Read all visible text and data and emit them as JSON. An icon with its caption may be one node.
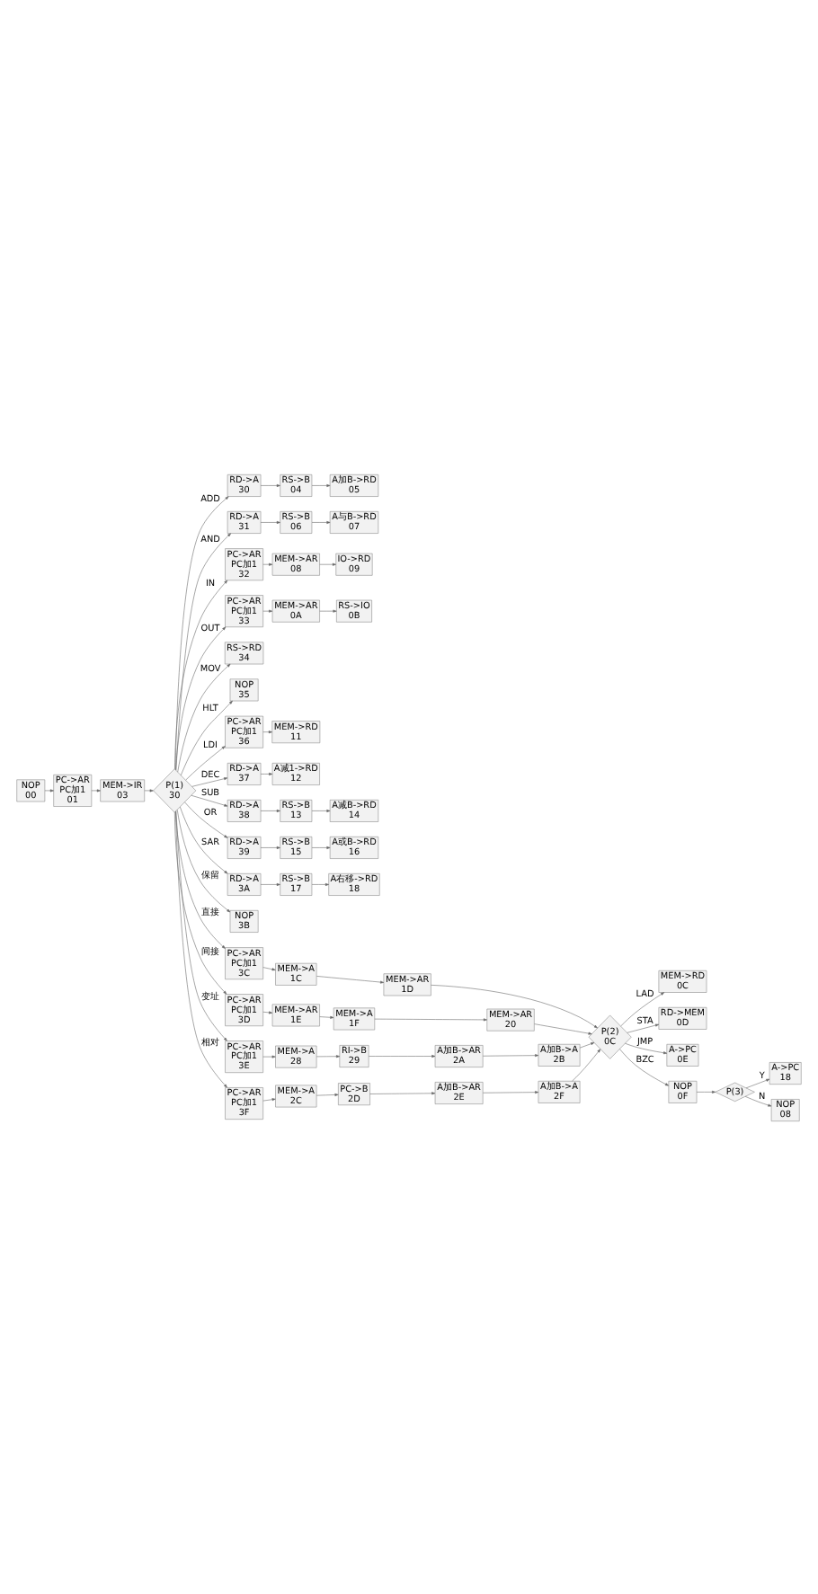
{
  "diagram": {
    "nodes": [
      {
        "text": [
          "NOP",
          "00"
        ]
      },
      {
        "text": [
          "PC->AR PC加1",
          "01"
        ]
      },
      {
        "text": [
          "MEM->IR",
          "03"
        ]
      },
      {
        "text": [
          "P(1)",
          "30"
        ]
      },
      {
        "text": [
          "RD->A",
          "30"
        ]
      },
      {
        "text": [
          "RS->B",
          "04"
        ]
      },
      {
        "text": [
          "A加B->RD",
          "05"
        ]
      },
      {
        "text": [
          "RD->A",
          "31"
        ]
      },
      {
        "text": [
          "RS->B",
          "06"
        ]
      },
      {
        "text": [
          "A与B->RD",
          "07"
        ]
      },
      {
        "text": [
          "PC->AR PC加1",
          "32"
        ]
      },
      {
        "text": [
          "MEM->AR",
          "08"
        ]
      },
      {
        "text": [
          "IO->RD",
          "09"
        ]
      },
      {
        "text": [
          "PC->AR PC加1",
          "33"
        ]
      },
      {
        "text": [
          "MEM->AR",
          "0A"
        ]
      },
      {
        "text": [
          "RS->IO",
          "0B"
        ]
      },
      {
        "text": [
          "RS->RD",
          "34"
        ]
      },
      {
        "text": [
          "NOP",
          "35"
        ]
      },
      {
        "text": [
          "PC->AR PC加1",
          "36"
        ]
      },
      {
        "text": [
          "MEM->RD",
          "11"
        ]
      },
      {
        "text": [
          "RD->A",
          "37"
        ]
      },
      {
        "text": [
          "A减1->RD",
          "12"
        ]
      },
      {
        "text": [
          "RD->A",
          "38"
        ]
      },
      {
        "text": [
          "RS->B",
          "13"
        ]
      },
      {
        "text": [
          "A减B->RD",
          "14"
        ]
      },
      {
        "text": [
          "RD->A",
          "39"
        ]
      },
      {
        "text": [
          "RS->B",
          "15"
        ]
      },
      {
        "text": [
          "A或B->RD",
          "16"
        ]
      },
      {
        "text": [
          "RD->A",
          "3A"
        ]
      },
      {
        "text": [
          "RS->B",
          "17"
        ]
      },
      {
        "text": [
          "A右移->RD",
          "18"
        ]
      },
      {
        "text": [
          "NOP",
          "3B"
        ]
      },
      {
        "text": [
          "PC->AR PC加1",
          "3C"
        ]
      },
      {
        "text": [
          "MEM->A",
          "1C"
        ]
      },
      {
        "text": [
          "MEM->AR",
          "1D"
        ]
      },
      {
        "text": [
          "PC->AR PC加1",
          "3D"
        ]
      },
      {
        "text": [
          "MEM->AR",
          "1E"
        ]
      },
      {
        "text": [
          "MEM->A",
          "1F"
        ]
      },
      {
        "text": [
          "MEM->AR",
          "20"
        ]
      },
      {
        "text": [
          "PC->AR PC加1",
          "3E"
        ]
      },
      {
        "text": [
          "MEM->A",
          "28"
        ]
      },
      {
        "text": [
          "RI->B",
          "29"
        ]
      },
      {
        "text": [
          "A加B->AR",
          "2A"
        ]
      },
      {
        "text": [
          "A加B->A",
          "2B"
        ]
      },
      {
        "text": [
          "PC->AR PC加1",
          "3F"
        ]
      },
      {
        "text": [
          "MEM->A",
          "2C"
        ]
      },
      {
        "text": [
          "PC->B",
          "2D"
        ]
      },
      {
        "text": [
          "A加B->AR",
          "2E"
        ]
      },
      {
        "text": [
          "A加B->A",
          "2F"
        ]
      },
      {
        "text": [
          "P(2)",
          "0C"
        ]
      },
      {
        "text": [
          "MEM->RD",
          "0C"
        ]
      },
      {
        "text": [
          "RD->MEM",
          "0D"
        ]
      },
      {
        "text": [
          "A->PC",
          "0E"
        ]
      },
      {
        "text": [
          "NOP",
          "0F"
        ]
      },
      {
        "text": [
          "P(3)"
        ]
      },
      {
        "text": [
          "A->PC",
          "18"
        ]
      },
      {
        "text": [
          "NOP",
          "08"
        ]
      }
    ],
    "edges": [
      {
        "from": 0,
        "to": 1,
        "arrow": "to"
      },
      {
        "from": 1,
        "to": 2,
        "arrow": "to"
      },
      {
        "from": 2,
        "to": 3,
        "arrow": "to"
      },
      {
        "from": 3,
        "to": 4,
        "arrow": "to",
        "label": "ADD"
      },
      {
        "from": 4,
        "to": 5,
        "arrow": "to"
      },
      {
        "from": 5,
        "to": 6,
        "arrow": "to"
      },
      {
        "from": 3,
        "to": 7,
        "arrow": "to",
        "label": "AND"
      },
      {
        "from": 7,
        "to": 8,
        "arrow": "to"
      },
      {
        "from": 8,
        "to": 9,
        "arrow": "to"
      },
      {
        "from": 3,
        "to": 10,
        "arrow": "to",
        "label": "IN"
      },
      {
        "from": 10,
        "to": 11,
        "arrow": "to"
      },
      {
        "from": 11,
        "to": 12,
        "arrow": "to"
      },
      {
        "from": 3,
        "to": 13,
        "arrow": "to",
        "label": "OUT"
      },
      {
        "from": 13,
        "to": 14,
        "arrow": "to"
      },
      {
        "from": 14,
        "to": 15,
        "arrow": "to"
      },
      {
        "from": 3,
        "to": 16,
        "arrow": "to",
        "label": "MOV"
      },
      {
        "from": 3,
        "to": 17,
        "arrow": "to",
        "label": "HLT"
      },
      {
        "from": 3,
        "to": 18,
        "arrow": "to",
        "label": "LDI"
      },
      {
        "from": 18,
        "to": 19,
        "arrow": "to"
      },
      {
        "from": 3,
        "to": 20,
        "arrow": "to",
        "label": "DEC"
      },
      {
        "from": 20,
        "to": 21,
        "arrow": "to"
      },
      {
        "from": 3,
        "to": 22,
        "arrow": "to",
        "label": "SUB"
      },
      {
        "from": 22,
        "to": 23,
        "arrow": "to"
      },
      {
        "from": 23,
        "to": 24,
        "arrow": "to"
      },
      {
        "from": 3,
        "to": 25,
        "arrow": "to",
        "label": "OR"
      },
      {
        "from": 25,
        "to": 26,
        "arrow": "to"
      },
      {
        "from": 26,
        "to": 27,
        "arrow": "to"
      },
      {
        "from": 3,
        "to": 28,
        "arrow": "to",
        "label": "SAR"
      },
      {
        "from": 28,
        "to": 29,
        "arrow": "to"
      },
      {
        "from": 29,
        "to": 30,
        "arrow": "to"
      },
      {
        "from": 3,
        "to": 31,
        "arrow": "to",
        "label": "保留"
      },
      {
        "from": 3,
        "to": 32,
        "arrow": "to",
        "label": "直接"
      },
      {
        "from": 32,
        "to": 33,
        "arrow": "to"
      },
      {
        "from": 33,
        "to": 34,
        "arrow": "to"
      },
      {
        "from": 3,
        "to": 35,
        "arrow": "to",
        "label": "间接"
      },
      {
        "from": 35,
        "to": 36,
        "arrow": "to"
      },
      {
        "from": 36,
        "to": 37,
        "arrow": "to"
      },
      {
        "from": 37,
        "to": 38,
        "arrow": "to"
      },
      {
        "from": 3,
        "to": 39,
        "arrow": "to",
        "label": "变址"
      },
      {
        "from": 39,
        "to": 40,
        "arrow": "to"
      },
      {
        "from": 40,
        "to": 41,
        "arrow": "to"
      },
      {
        "from": 41,
        "to": 42,
        "arrow": "to"
      },
      {
        "from": 42,
        "to": 43,
        "arrow": "to"
      },
      {
        "from": 3,
        "to": 44,
        "arrow": "to",
        "label": "相对"
      },
      {
        "from": 44,
        "to": 45,
        "arrow": "to"
      },
      {
        "from": 45,
        "to": 46,
        "arrow": "to"
      },
      {
        "from": 46,
        "to": 47,
        "arrow": "to"
      },
      {
        "from": 47,
        "to": 48,
        "arrow": "to"
      },
      {
        "from": 34,
        "to": 49,
        "arrow": "to"
      },
      {
        "from": 38,
        "to": 49,
        "arrow": "to"
      },
      {
        "from": 43,
        "to": 49,
        "arrow": "to"
      },
      {
        "from": 48,
        "to": 49,
        "arrow": "to"
      },
      {
        "from": 49,
        "to": 50,
        "arrow": "to",
        "label": "LAD"
      },
      {
        "from": 49,
        "to": 51,
        "arrow": "to",
        "label": "STA"
      },
      {
        "from": 49,
        "to": 52,
        "arrow": "to",
        "label": "JMP"
      },
      {
        "from": 49,
        "to": 53,
        "arrow": "to",
        "label": "BZC"
      },
      {
        "from": 53,
        "to": 54,
        "arrow": "to"
      },
      {
        "from": 54,
        "to": 55,
        "arrow": "to",
        "label": "Y"
      },
      {
        "from": 54,
        "to": 56,
        "arrow": "to",
        "label": "N"
      }
    ]
  }
}
